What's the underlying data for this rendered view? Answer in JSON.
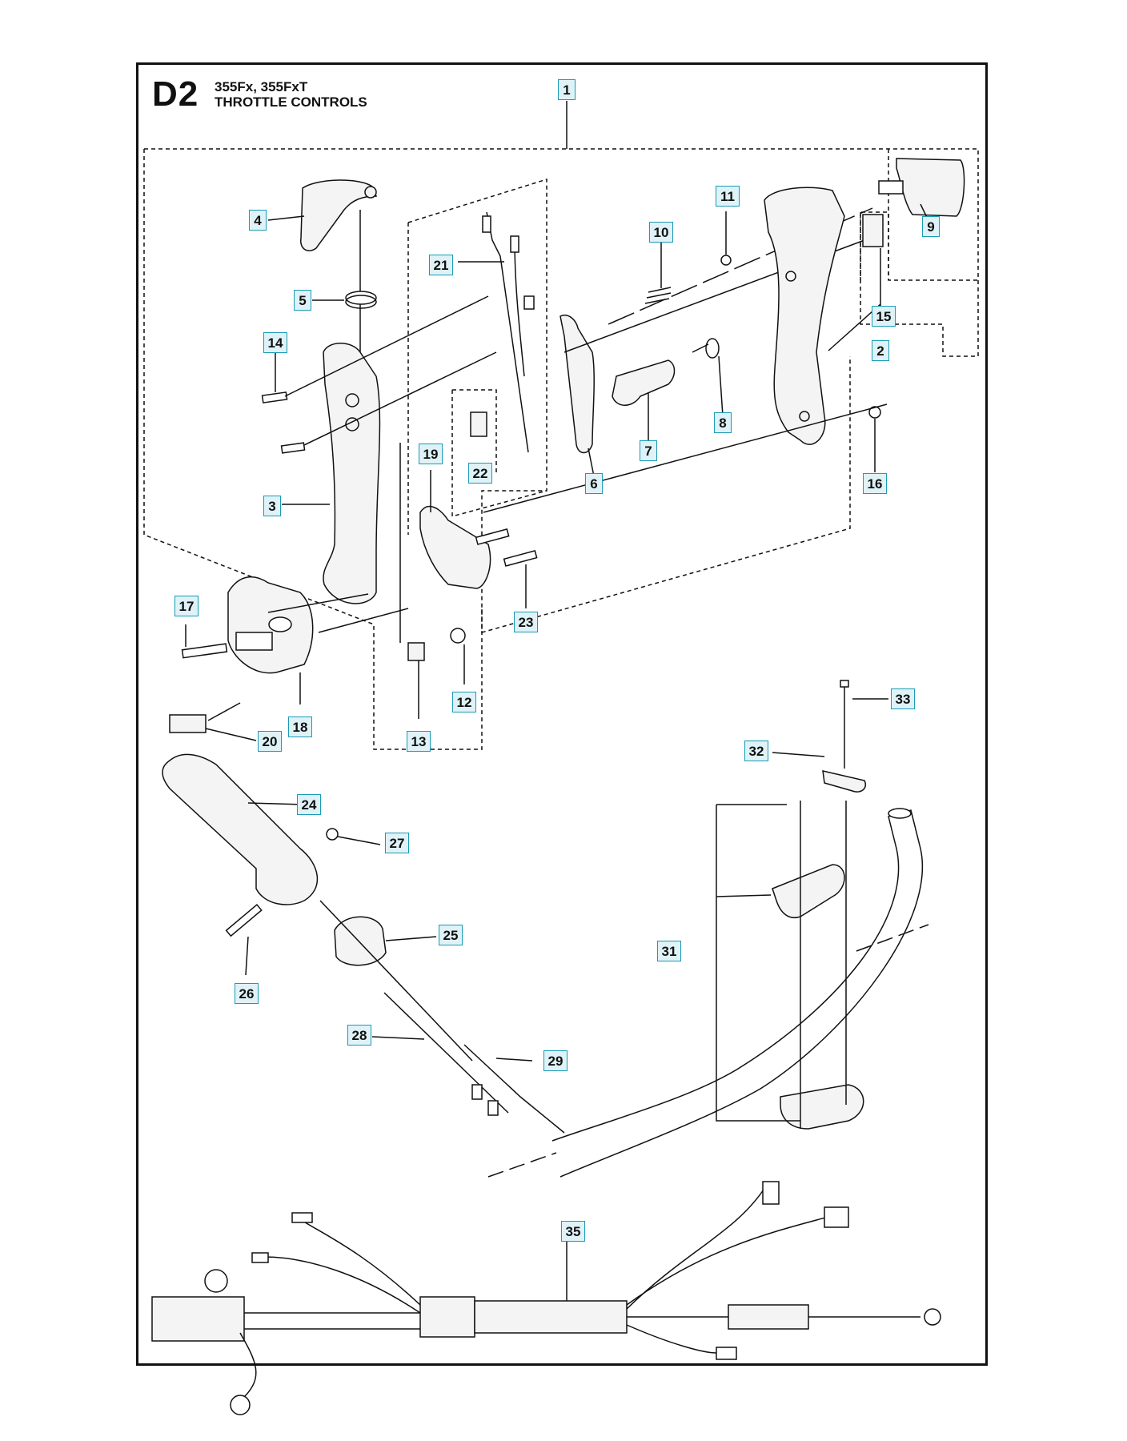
{
  "header": {
    "code": "D2",
    "models": "355Fx, 355FxT",
    "section": "THROTTLE CONTROLS"
  },
  "callouts": [
    {
      "id": "1",
      "label": "1"
    },
    {
      "id": "2",
      "label": "2"
    },
    {
      "id": "3",
      "label": "3"
    },
    {
      "id": "4",
      "label": "4"
    },
    {
      "id": "5",
      "label": "5"
    },
    {
      "id": "6",
      "label": "6"
    },
    {
      "id": "7",
      "label": "7"
    },
    {
      "id": "8",
      "label": "8"
    },
    {
      "id": "9",
      "label": "9"
    },
    {
      "id": "10",
      "label": "10"
    },
    {
      "id": "11",
      "label": "11"
    },
    {
      "id": "12",
      "label": "12"
    },
    {
      "id": "13",
      "label": "13"
    },
    {
      "id": "14",
      "label": "14"
    },
    {
      "id": "15",
      "label": "15"
    },
    {
      "id": "16",
      "label": "16"
    },
    {
      "id": "17",
      "label": "17"
    },
    {
      "id": "18",
      "label": "18"
    },
    {
      "id": "19",
      "label": "19"
    },
    {
      "id": "20",
      "label": "20"
    },
    {
      "id": "21",
      "label": "21"
    },
    {
      "id": "22",
      "label": "22"
    },
    {
      "id": "23",
      "label": "23"
    },
    {
      "id": "24",
      "label": "24"
    },
    {
      "id": "25",
      "label": "25"
    },
    {
      "id": "26",
      "label": "26"
    },
    {
      "id": "27",
      "label": "27"
    },
    {
      "id": "28",
      "label": "28"
    },
    {
      "id": "29",
      "label": "29"
    },
    {
      "id": "31",
      "label": "31"
    },
    {
      "id": "32",
      "label": "32"
    },
    {
      "id": "33",
      "label": "33"
    },
    {
      "id": "35",
      "label": "35"
    }
  ],
  "colors": {
    "callout_border": "#1b9bb5",
    "callout_fill": "#dff2f7",
    "line": "#111111",
    "part_fill": "#f4f4f4"
  }
}
